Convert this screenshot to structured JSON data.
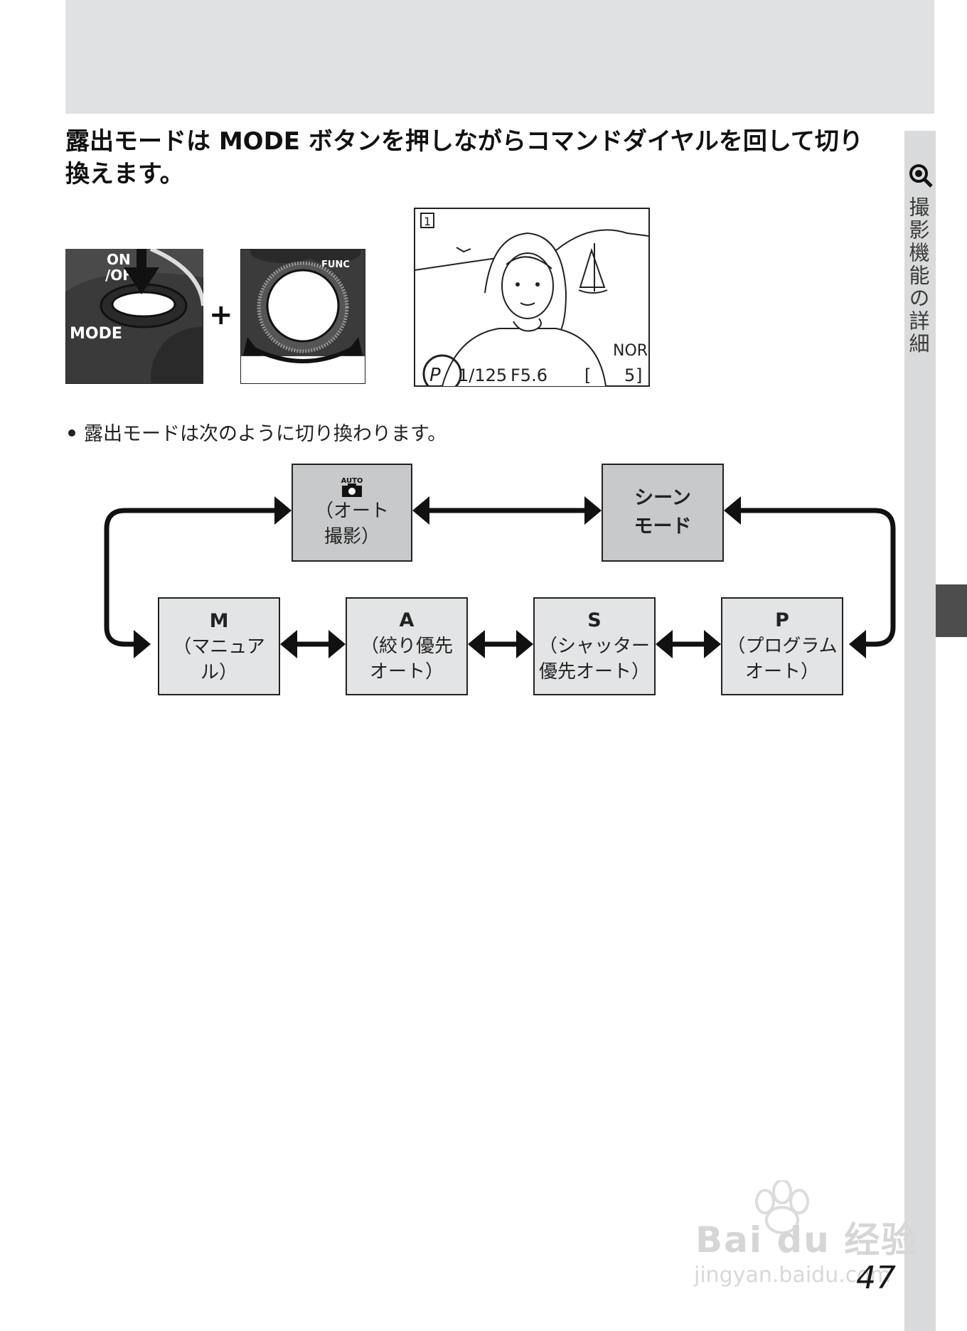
{
  "heading": "露出モードは MODE ボタンを押しながらコマンドダイヤルを回して切り換えます。",
  "sidebar": {
    "label": "撮影機能の詳細",
    "icon": "magnifier-icon"
  },
  "illustration": {
    "button_labels": {
      "on_off": "ON\n/OFF",
      "mode": "MODE",
      "func": "FUNC"
    },
    "plus": "+",
    "lcd": {
      "frame_number": "1",
      "mode": "P",
      "shutter": "1/125",
      "aperture": "F5.6",
      "quality": "NORM",
      "shots_remaining": "5"
    }
  },
  "bullet": "露出モードは次のように切り換わります。",
  "diagram": {
    "auto": {
      "icon_label": "AUTO",
      "line1": "（オート",
      "line2": "撮影）"
    },
    "scene": {
      "line1": "シーン",
      "line2": "モード"
    },
    "m": {
      "letter": "M",
      "line1": "（マニュアル）"
    },
    "a": {
      "letter": "A",
      "line1": "（絞り優先",
      "line2": "オート）"
    },
    "s": {
      "letter": "S",
      "line1": "（シャッター",
      "line2": "優先オート）"
    },
    "p": {
      "letter": "P",
      "line1": "（プログラム",
      "line2": "オート）"
    }
  },
  "page_number": "47",
  "watermark": {
    "text": "Bai du 经验",
    "url": "jingyan.baidu.com"
  }
}
